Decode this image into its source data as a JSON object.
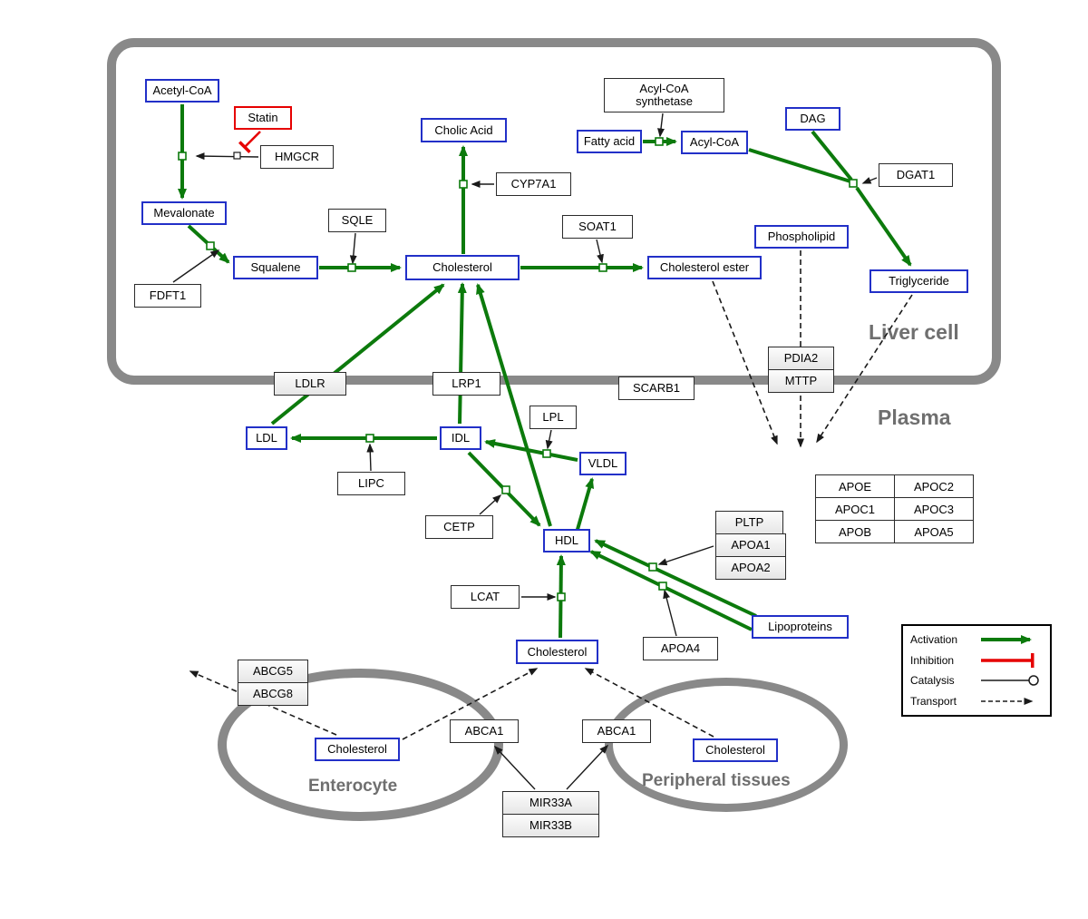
{
  "compartments": {
    "liver": {
      "label": "Liver cell"
    },
    "plasma": {
      "label": "Plasma"
    },
    "enterocyte": {
      "label": "Enterocyte"
    },
    "peripheral": {
      "label": "Peripheral tissues"
    }
  },
  "metabolites": {
    "acetyl_coa": "Acetyl-CoA",
    "mevalonate": "Mevalonate",
    "squalene": "Squalene",
    "cholic_acid": "Cholic Acid",
    "cholesterol_liver": "Cholesterol",
    "fatty_acid": "Fatty acid",
    "acyl_coa": "Acyl-CoA",
    "dag": "DAG",
    "phospholipid": "Phospholipid",
    "cholesterol_ester": "Cholesterol ester",
    "triglyceride": "Triglyceride",
    "ldl": "LDL",
    "idl": "IDL",
    "vldl": "VLDL",
    "hdl": "HDL",
    "cholesterol_plasma": "Cholesterol",
    "lipoproteins": "Lipoproteins",
    "cholesterol_enterocyte": "Cholesterol",
    "cholesterol_peripheral": "Cholesterol"
  },
  "genes": {
    "statin": "Statin",
    "hmgcr": "HMGCR",
    "sqle": "SQLE",
    "fdft1": "FDFT1",
    "cyp7a1": "CYP7A1",
    "soat1": "SOAT1",
    "acyl_coa_synthetase_line1": "Acyl-CoA",
    "acyl_coa_synthetase_line2": "synthetase",
    "dgat1": "DGAT1",
    "pdia2": "PDIA2",
    "mttp": "MTTP",
    "ldlr": "LDLR",
    "lrp1": "LRP1",
    "scarb1": "SCARB1",
    "lpl": "LPL",
    "lipc": "LIPC",
    "cetp": "CETP",
    "lcat": "LCAT",
    "pltp": "PLTP",
    "apoa1": "APOA1",
    "apoa2": "APOA2",
    "apoa4": "APOA4",
    "abcg5": "ABCG5",
    "abcg8": "ABCG8",
    "abca1_enterocyte": "ABCA1",
    "abca1_peripheral": "ABCA1",
    "mir33a": "MIR33A",
    "mir33b": "MIR33B"
  },
  "apo_table": {
    "rows": [
      [
        "APOE",
        "APOC2"
      ],
      [
        "APOC1",
        "APOC3"
      ],
      [
        "APOB",
        "APOA5"
      ]
    ]
  },
  "legend": {
    "activation": "Activation",
    "inhibition": "Inhibition",
    "catalysis": "Catalysis",
    "transport": "Transport"
  },
  "colors": {
    "activation_green": "#0c7a0c",
    "inhibition_red": "#e60000",
    "metabolite_border_blue": "#2230c8",
    "membrane_gray": "#898989"
  }
}
